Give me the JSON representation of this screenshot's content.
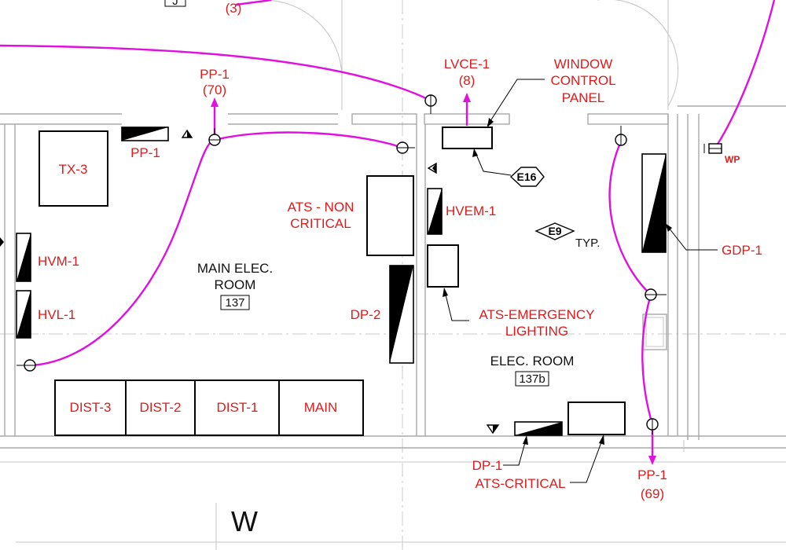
{
  "rooms": {
    "main_name_line1": "MAIN ELEC.",
    "main_name_line2": "ROOM",
    "main_number": "137",
    "elec_name": "ELEC. ROOM",
    "elec_number": "137b"
  },
  "equipment": {
    "tx3": "TX-3",
    "dist3": "DIST-3",
    "dist2": "DIST-2",
    "dist1": "DIST-1",
    "main": "MAIN"
  },
  "panels": {
    "pp1": "PP-1",
    "hvm1": "HVM-1",
    "hvl1": "HVL-1",
    "dp2": "DP-2",
    "ats_noncrit_line1": "ATS - NON",
    "ats_noncrit_line2": "CRITICAL",
    "hvem1": "HVEM-1",
    "ats_emerg_line1": "ATS-EMERGENCY",
    "ats_emerg_line2": "LIGHTING",
    "gdp1": "GDP-1",
    "dp1": "DP-1",
    "ats_critical": "ATS-CRITICAL",
    "window_line1": "WINDOW",
    "window_line2": "CONTROL",
    "window_line3": "PANEL"
  },
  "circuits": {
    "pp1_70_name": "PP-1",
    "pp1_70_num": "(70)",
    "lvce1_name": "LVCE-1",
    "lvce1_num": "(8)",
    "pp1_69_name": "PP-1",
    "pp1_69_num": "(69)",
    "top_num": "(3)"
  },
  "tags": {
    "e16": "E16",
    "e9": "E9",
    "typ": "TYP.",
    "wp": "WP",
    "grid_w": "W",
    "top_box": "J"
  },
  "colors": {
    "circuit": "#e010e0",
    "label": "#e01b1b"
  }
}
